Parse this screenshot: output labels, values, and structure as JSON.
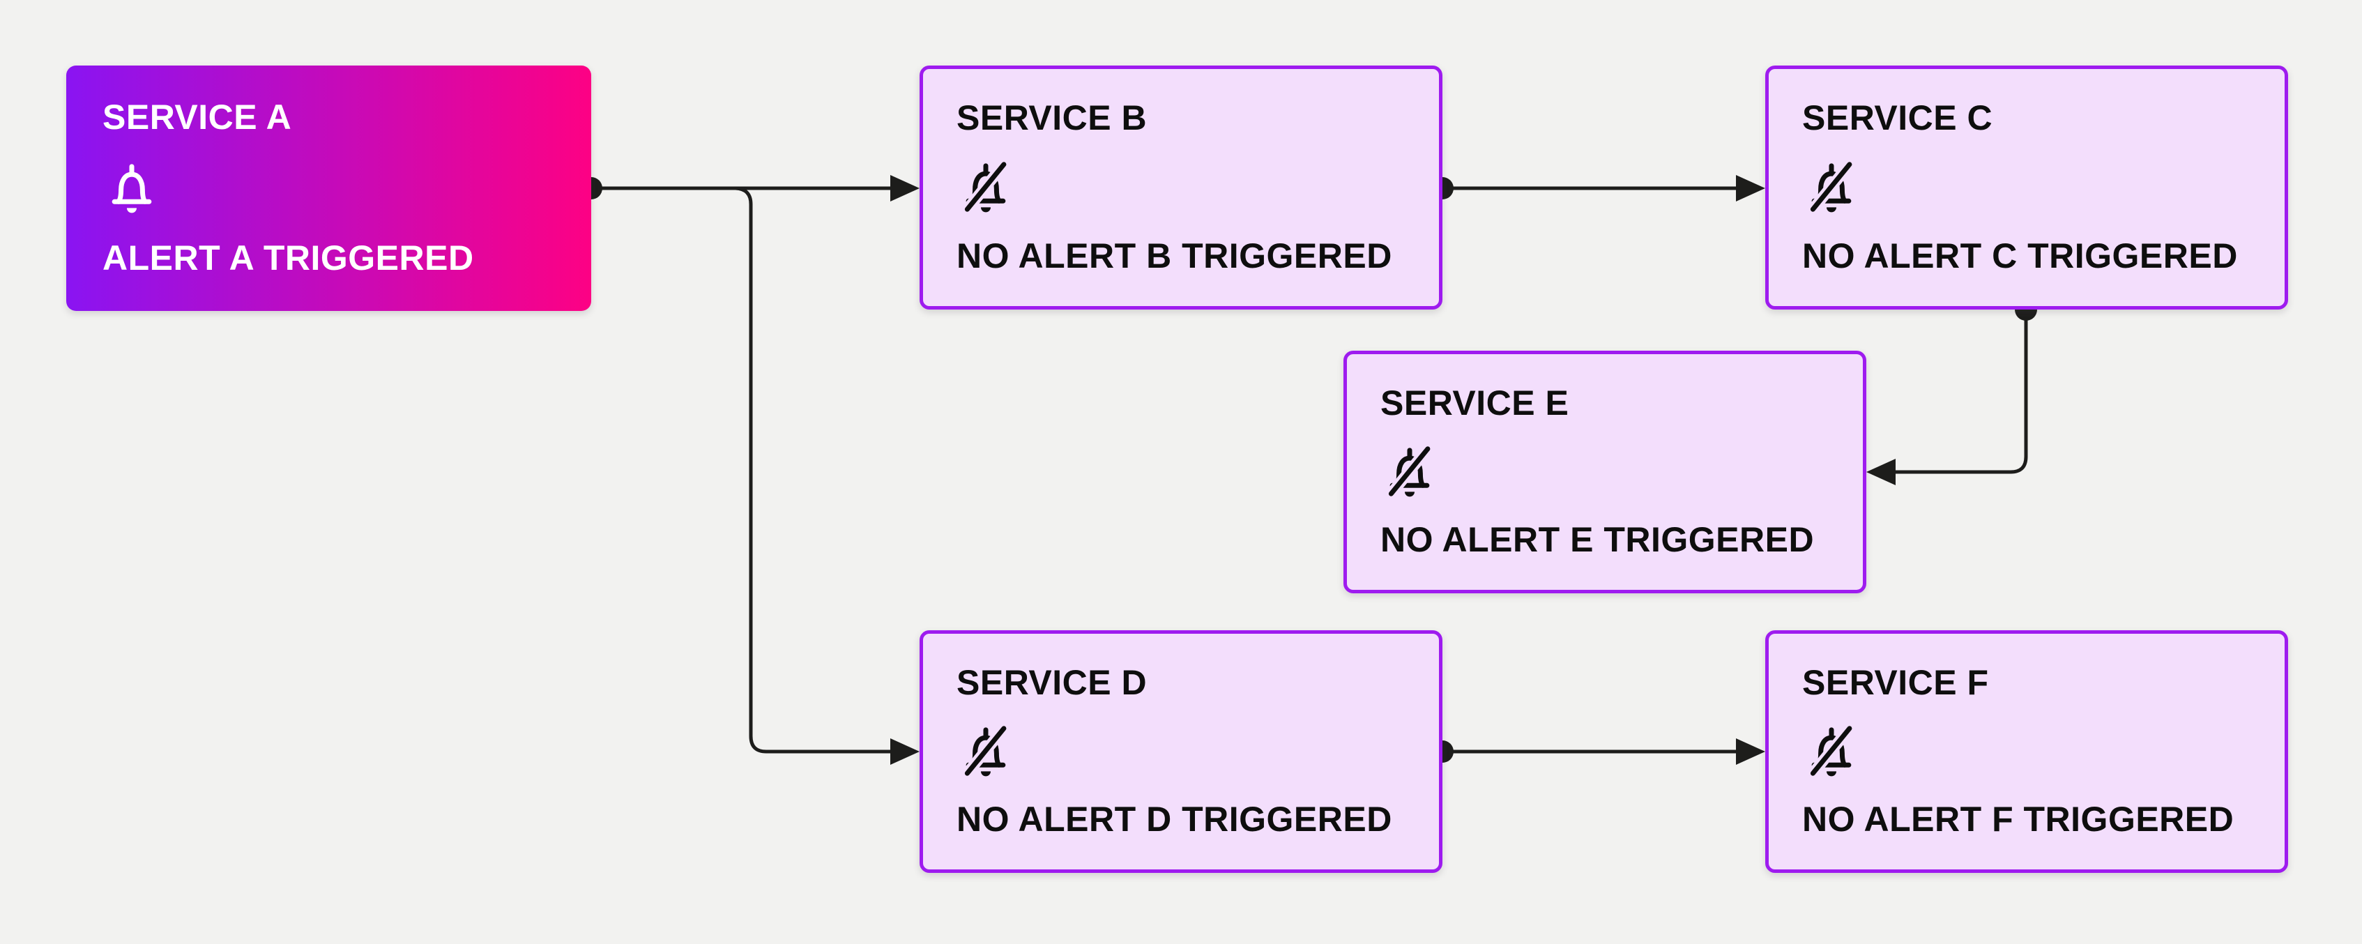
{
  "diagram": {
    "type": "service-alert-dependency-flow",
    "colors": {
      "background": "#F2F2F0",
      "node_fill": "#F3DEFC",
      "node_border": "#9E1BEF",
      "gradient_start": "#8A14F2",
      "gradient_end": "#FD0184",
      "connector": "#1D1D1B",
      "text_dark": "#0E0E0E",
      "text_light": "#FFFFFF"
    },
    "nodes": [
      {
        "id": "A",
        "title": "SERVICE A",
        "status": "ALERT A TRIGGERED",
        "icon": "bell-icon",
        "alert_triggered": true
      },
      {
        "id": "B",
        "title": "SERVICE B",
        "status": "NO ALERT B TRIGGERED",
        "icon": "bell-off-icon",
        "alert_triggered": false
      },
      {
        "id": "C",
        "title": "SERVICE C",
        "status": "NO ALERT C TRIGGERED",
        "icon": "bell-off-icon",
        "alert_triggered": false
      },
      {
        "id": "D",
        "title": "SERVICE D",
        "status": "NO ALERT D TRIGGERED",
        "icon": "bell-off-icon",
        "alert_triggered": false
      },
      {
        "id": "E",
        "title": "SERVICE E",
        "status": "NO ALERT E TRIGGERED",
        "icon": "bell-off-icon",
        "alert_triggered": false
      },
      {
        "id": "F",
        "title": "SERVICE F",
        "status": "NO ALERT F TRIGGERED",
        "icon": "bell-off-icon",
        "alert_triggered": false
      }
    ],
    "edges": [
      {
        "from": "A",
        "to": "B",
        "source_dot": true,
        "arrowhead": true
      },
      {
        "from": "A",
        "to": "D",
        "source_dot": true,
        "arrowhead": true
      },
      {
        "from": "B",
        "to": "C",
        "source_dot": true,
        "arrowhead": true
      },
      {
        "from": "C",
        "to": "E",
        "source_dot": true,
        "arrowhead": true
      },
      {
        "from": "D",
        "to": "F",
        "source_dot": true,
        "arrowhead": true
      }
    ]
  }
}
